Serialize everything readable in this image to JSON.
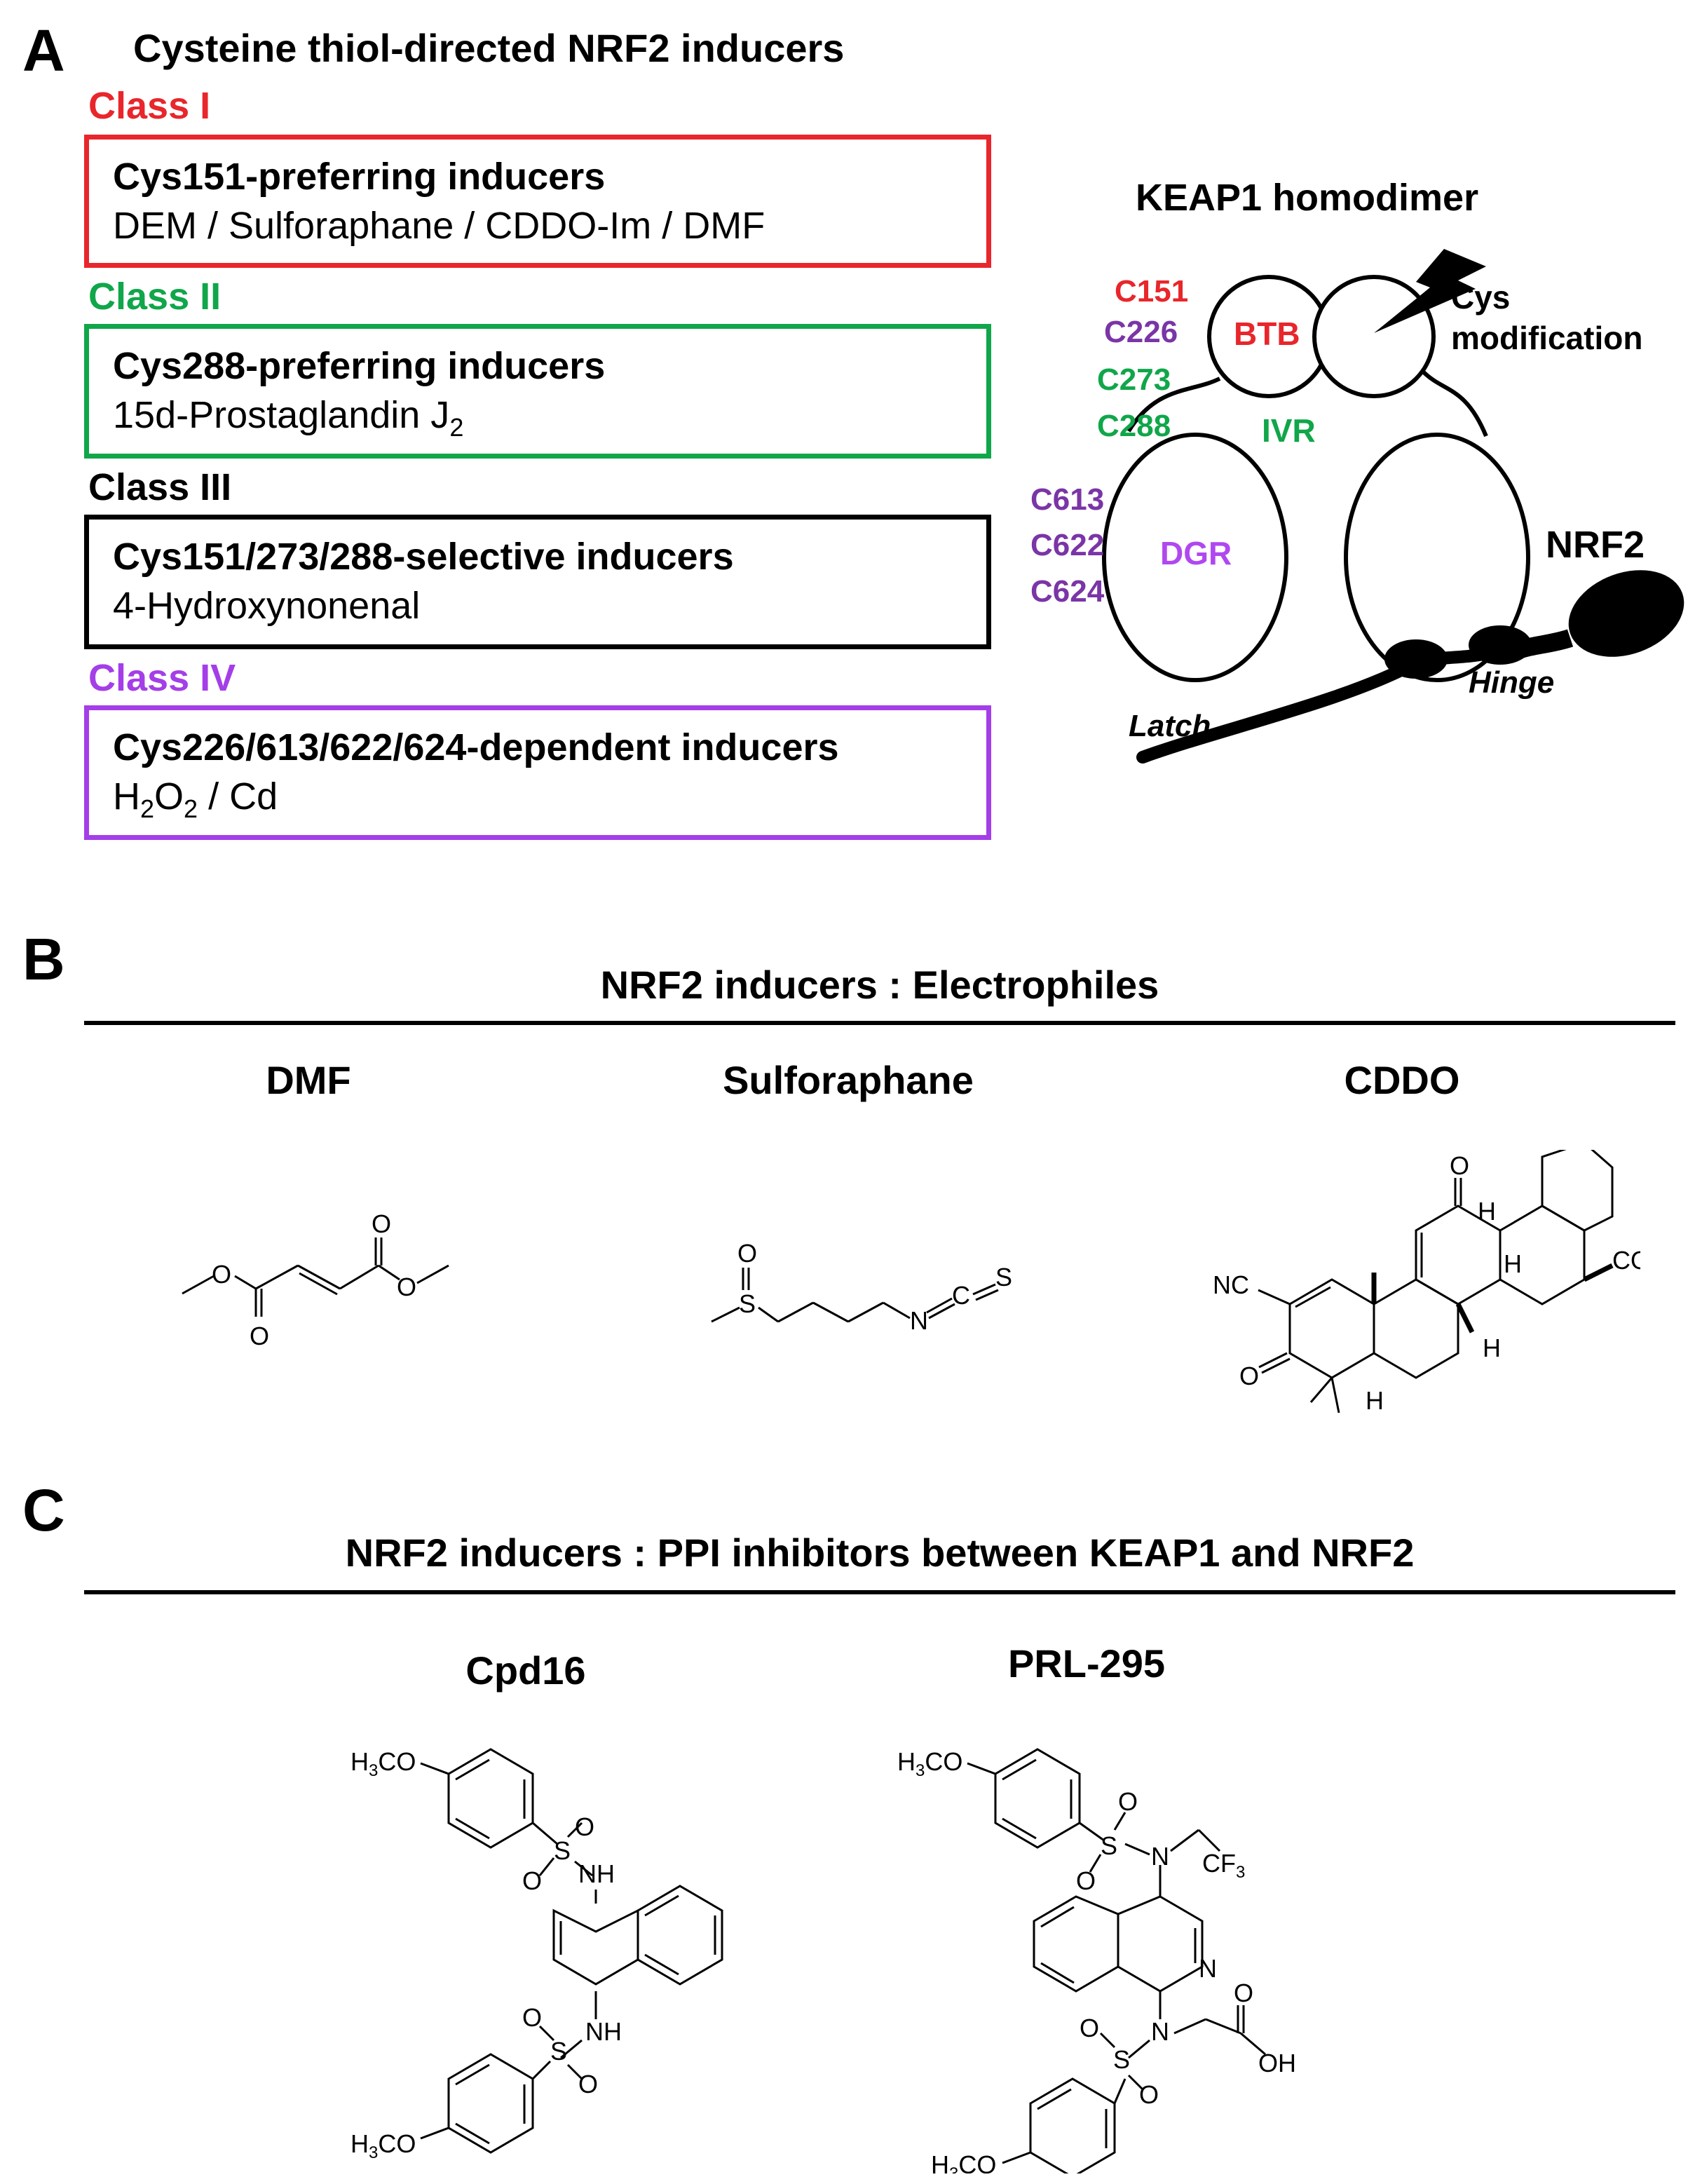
{
  "panel_a": {
    "letter": "A",
    "title": "Cysteine thiol-directed NRF2 inducers",
    "classes": [
      {
        "label": "Class I",
        "color": "#e8262b",
        "heading": "Cys151-preferring inducers",
        "compounds": "DEM / Sulforaphane / CDDO-Im / DMF"
      },
      {
        "label": "Class II",
        "color": "#10a64a",
        "heading": "Cys288-preferring inducers",
        "compounds_pre": "15d-Prostaglandin J",
        "compounds_sub": "2"
      },
      {
        "label": "Class III",
        "color": "#000000",
        "heading": "Cys151/273/288-selective inducers",
        "compounds": "4-Hydroxynonenal"
      },
      {
        "label": "Class IV",
        "color": "#a43ee8",
        "heading": "Cys226/613/622/624-dependent inducers",
        "compounds_h": "H",
        "compounds_sub1": "2",
        "compounds_o": "O",
        "compounds_sub2": "2",
        "compounds_rest": " / Cd"
      }
    ],
    "keap1": {
      "title": "KEAP1 homodimer",
      "btb": "BTB",
      "ivr": "IVR",
      "dgr": "DGR",
      "nrf2": "NRF2",
      "hinge": "Hinge",
      "latch": "Latch",
      "cys_mod_1": "Cys",
      "cys_mod_2": "modification",
      "residues_top": [
        {
          "label": "C151",
          "color": "#e8262b"
        },
        {
          "label": "C226",
          "color": "#7a35a6"
        },
        {
          "label": "C273",
          "color": "#10a64a"
        },
        {
          "label": "C288",
          "color": "#10a64a"
        }
      ],
      "residues_dgr": [
        {
          "label": "C613",
          "color": "#7a35a6"
        },
        {
          "label": "C622",
          "color": "#7a35a6"
        },
        {
          "label": "C624",
          "color": "#7a35a6"
        }
      ],
      "btb_color": "#e8262b",
      "ivr_color": "#10a64a",
      "dgr_color": "#b048f0"
    }
  },
  "panel_b": {
    "letter": "B",
    "title": "NRF2 inducers : Electrophiles",
    "compounds": [
      "DMF",
      "Sulforaphane",
      "CDDO"
    ]
  },
  "panel_c": {
    "letter": "C",
    "title": "NRF2 inducers : PPI inhibitors between KEAP1 and NRF2",
    "compounds": [
      "Cpd16",
      "PRL-295"
    ]
  },
  "atoms": {
    "O": "O",
    "S": "S",
    "N": "N",
    "C": "C",
    "H": "H",
    "NC": "NC",
    "COOH": "COOH",
    "NH": "NH",
    "OH": "OH",
    "H3CO_pre": "H",
    "H3CO_sub": "3",
    "H3CO_post": "CO",
    "CF3_pre": "CF",
    "CF3_sub": "3"
  }
}
